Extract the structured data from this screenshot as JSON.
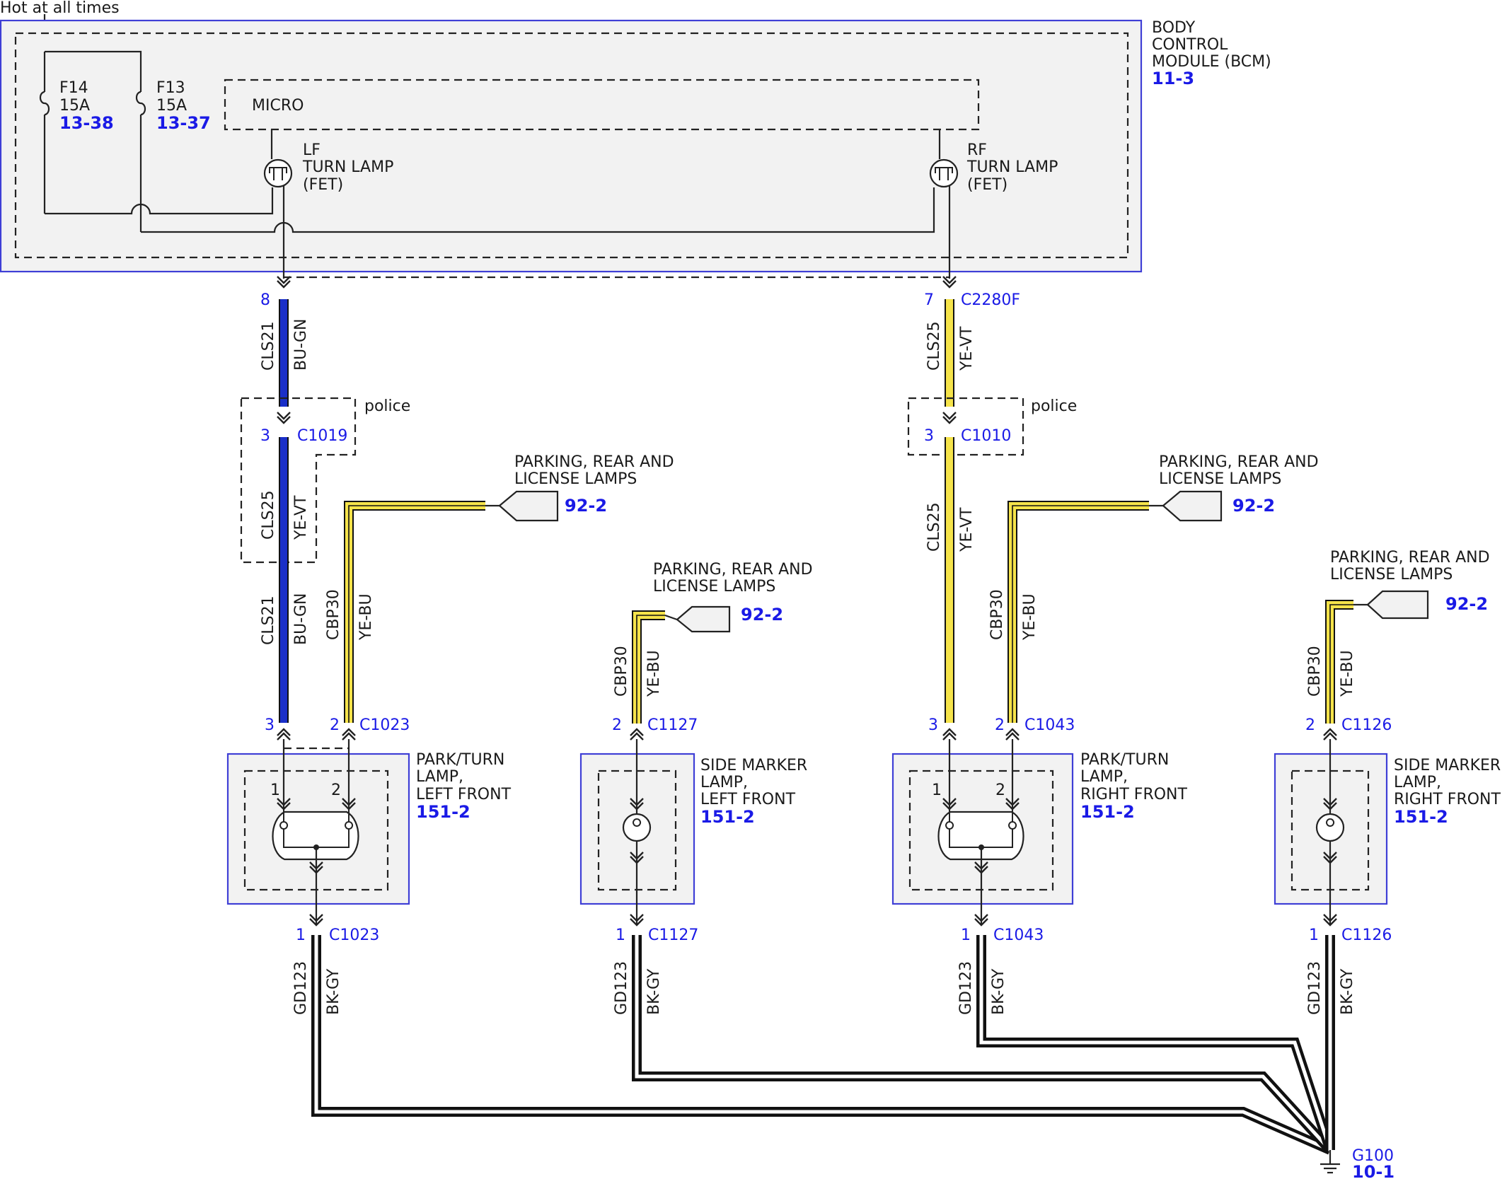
{
  "header": {
    "power_note": "Hot at all times"
  },
  "bcm": {
    "name_line1": "BODY",
    "name_line2": "CONTROL",
    "name_line3": "MODULE (BCM)",
    "ref": "11-3",
    "micro": "MICRO",
    "fuse_f14": {
      "name": "F14",
      "rating": "15A",
      "ref": "13-38"
    },
    "fuse_f13": {
      "name": "F13",
      "rating": "15A",
      "ref": "13-37"
    },
    "lf_fet": {
      "line1": "LF",
      "line2": "TURN LAMP",
      "line3": "(FET)"
    },
    "rf_fet": {
      "line1": "RF",
      "line2": "TURN LAMP",
      "line3": "(FET)"
    }
  },
  "connectors": {
    "c2280f": {
      "name": "C2280F",
      "pin_lf": "8",
      "pin_rf": "7"
    },
    "c1019": {
      "name": "C1019",
      "pin": "3",
      "option": "police"
    },
    "c1010": {
      "name": "C1010",
      "pin": "3",
      "option": "police"
    },
    "c1023_top": {
      "name": "C1023",
      "pin_a": "3",
      "pin_b": "2"
    },
    "c1127_top": {
      "name": "C1127",
      "pin": "2"
    },
    "c1043_top": {
      "name": "C1043",
      "pin_a": "3",
      "pin_b": "2"
    },
    "c1126_top": {
      "name": "C1126",
      "pin": "2"
    },
    "c1023_bot": {
      "name": "C1023",
      "pin": "1"
    },
    "c1127_bot": {
      "name": "C1127",
      "pin": "1"
    },
    "c1043_bot": {
      "name": "C1043",
      "pin": "1"
    },
    "c1126_bot": {
      "name": "C1126",
      "pin": "1"
    }
  },
  "wires": {
    "cls21": {
      "circuit": "CLS21",
      "color": "BU-GN",
      "hex": "#1a2fc8"
    },
    "cls25": {
      "circuit": "CLS25",
      "color": "YE-VT",
      "hex": "#f5e34a"
    },
    "cbp30": {
      "circuit": "CBP30",
      "color": "YE-BU",
      "hex": "#f5e34a"
    },
    "gd123": {
      "circuit": "GD123",
      "color": "BK-GY",
      "hex": "#111111"
    }
  },
  "references": {
    "parking_line1": "PARKING, REAR AND",
    "parking_line2": "LICENSE LAMPS",
    "parking_ref": "92-2"
  },
  "lamps": {
    "lf_park": {
      "line1": "PARK/TURN",
      "line2": "LAMP,",
      "line3": "LEFT FRONT",
      "ref": "151-2",
      "pin1": "1",
      "pin2": "2"
    },
    "lf_side": {
      "line1": "SIDE MARKER",
      "line2": "LAMP,",
      "line3": "LEFT FRONT",
      "ref": "151-2"
    },
    "rf_park": {
      "line1": "PARK/TURN",
      "line2": "LAMP,",
      "line3": "RIGHT FRONT",
      "ref": "151-2",
      "pin1": "1",
      "pin2": "2"
    },
    "rf_side": {
      "line1": "SIDE MARKER",
      "line2": "LAMP,",
      "line3": "RIGHT FRONT",
      "ref": "151-2"
    }
  },
  "ground": {
    "name": "G100",
    "ref": "10-1"
  }
}
